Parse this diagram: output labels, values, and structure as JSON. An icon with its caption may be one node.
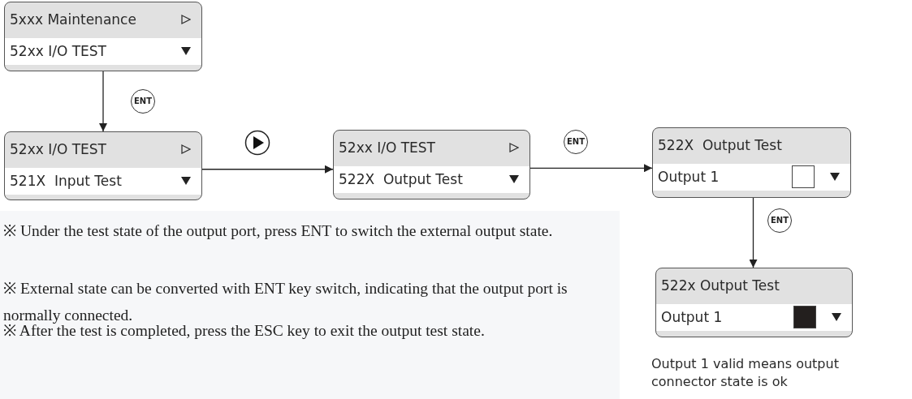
{
  "diagram": {
    "nodes": [
      {
        "text": [
          "5xxx Maintenance",
          "52xx I/O TEST"
        ]
      },
      {
        "text": [
          "52xx I/O TEST",
          "521X  Input Test"
        ]
      },
      {
        "text": [
          "52xx I/O TEST",
          "522X  Output Test"
        ]
      },
      {
        "text": [
          "522X  Output Test",
          "Output 1"
        ]
      },
      {
        "text": [
          "522x Output Test",
          "Output 1"
        ],
        "beside": [
          "Output 1 valid means output connector state is ok"
        ]
      }
    ],
    "edges": [
      {
        "from": 0,
        "to": 1,
        "arrow": "to",
        "label": "ENT"
      },
      {
        "from": 1,
        "to": 2,
        "arrow": "to"
      },
      {
        "from": 2,
        "to": 3,
        "arrow": "to",
        "label": "ENT"
      },
      {
        "from": 3,
        "to": 4,
        "arrow": "to",
        "label": "ENT"
      }
    ],
    "labels": [
      "※  Under the test state of the output port, press ENT to switch the external output state.",
      "※ External state can be converted with ENT key switch, indicating that the output port is normally connected.",
      "※ After the test is completed, press the ESC key to exit the output test state."
    ]
  }
}
